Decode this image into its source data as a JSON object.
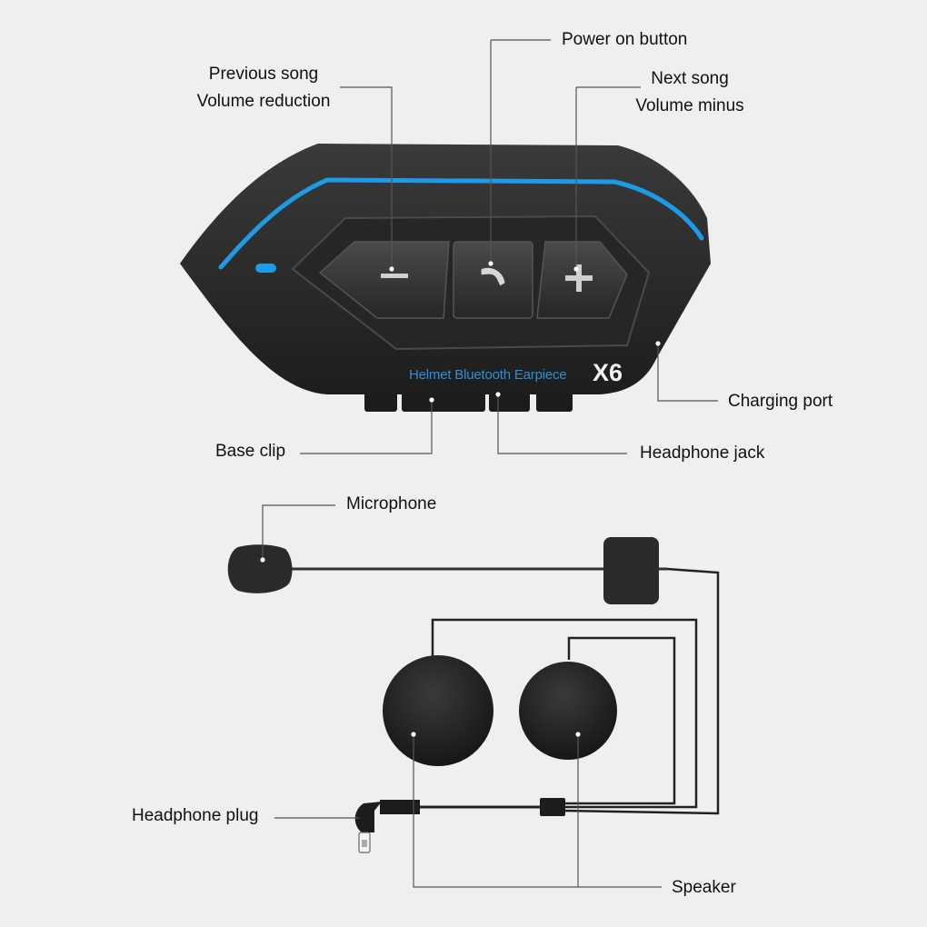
{
  "device": {
    "brand_text": "Helmet Bluetooth Earpiece",
    "model_text": "X6",
    "accent_color": "#1e9be8",
    "body_color": "#2a2a2a"
  },
  "buttons": [
    {
      "icon": "minus-icon"
    },
    {
      "icon": "phone-icon"
    },
    {
      "icon": "plus-icon"
    }
  ],
  "labels": {
    "power_on": "Power on button",
    "previous_song": "Previous song",
    "volume_reduction": "Volume reduction",
    "next_song": "Next song",
    "volume_minus": "Volume minus",
    "charging_port": "Charging port",
    "base_clip": "Base clip",
    "headphone_jack": "Headphone jack",
    "microphone": "Microphone",
    "headphone_plug": "Headphone plug",
    "speaker": "Speaker"
  }
}
